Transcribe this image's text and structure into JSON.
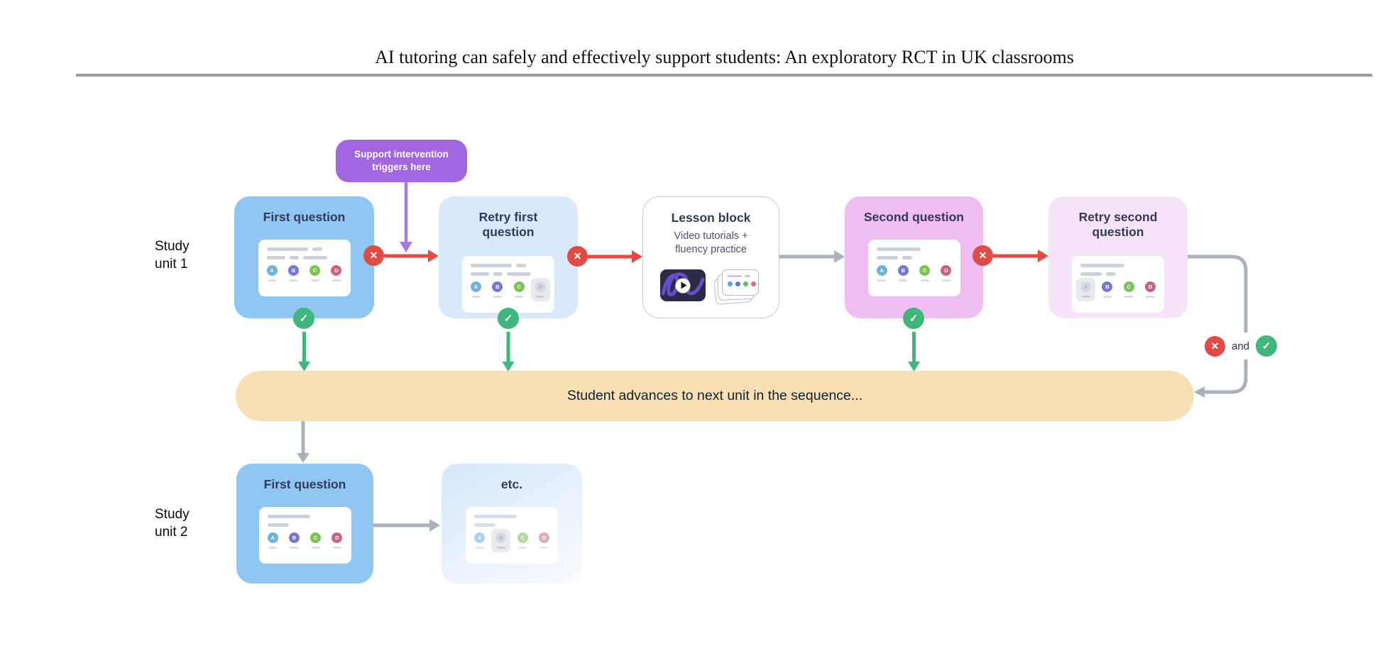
{
  "header": {
    "title": "AI tutoring can safely and effectively support students: An exploratory RCT in UK classrooms"
  },
  "labels": {
    "unit1": "Study\nunit 1",
    "unit2": "Study\nunit 2",
    "and": "and"
  },
  "callout": {
    "text": "Support intervention\ntriggers here"
  },
  "banner": {
    "text": "Student advances to next unit in the sequence..."
  },
  "nodes": {
    "first_question": {
      "title": "First question"
    },
    "retry_first": {
      "title": "Retry first\nquestion"
    },
    "lesson_block": {
      "title": "Lesson block",
      "subtitle": "Video tutorials +\nfluency practice"
    },
    "second_question": {
      "title": "Second question"
    },
    "retry_second": {
      "title": "Retry second\nquestion"
    },
    "unit2_first_question": {
      "title": "First question"
    },
    "unit2_etc": {
      "title": "etc."
    }
  },
  "options": [
    "A",
    "B",
    "C",
    "D"
  ],
  "outcome_icons": {
    "fail": "✕",
    "pass": "✓"
  },
  "colors": {
    "question_blue": "#8FC7F2",
    "retry_blue": "#D9E9FB",
    "question_pink": "#EFBCF3",
    "retry_pink": "#F8E4FA",
    "banner_peach": "#F8DFB4",
    "callout_purple": "#A266E0",
    "fail_red": "#E04B43",
    "pass_green": "#3FB77C",
    "connector_gray": "#ABB2BD"
  }
}
